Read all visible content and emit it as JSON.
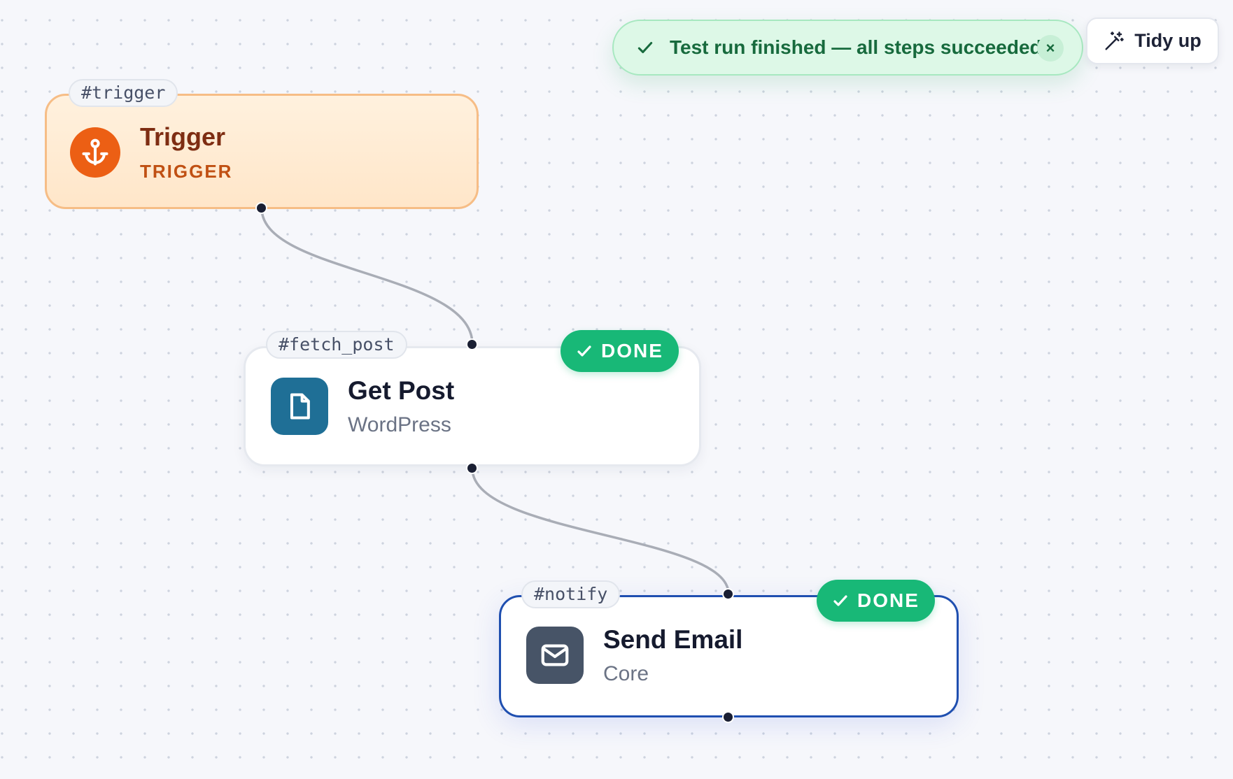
{
  "toast": {
    "message": "Test run finished — all steps succeeded.",
    "close_label": "×",
    "icon": "check-icon"
  },
  "toolbar": {
    "tidy_label": "Tidy up",
    "tidy_icon": "magic-wand-icon"
  },
  "nodes": [
    {
      "id": "trigger",
      "tag": "#trigger",
      "title": "Trigger",
      "subtitle": "TRIGGER",
      "icon": "anchor-icon",
      "accent": "#ec5f14"
    },
    {
      "id": "fetch_post",
      "tag": "#fetch_post",
      "title": "Get Post",
      "subtitle": "WordPress",
      "icon": "document-icon",
      "accent": "#1f6f96",
      "status": "DONE"
    },
    {
      "id": "notify",
      "tag": "#notify",
      "title": "Send Email",
      "subtitle": "Core",
      "icon": "mail-icon",
      "accent": "#475467",
      "status": "DONE"
    }
  ],
  "colors": {
    "success": "#18b877",
    "selected_border": "#1f4fb0",
    "trigger_border": "#f6bd86"
  }
}
